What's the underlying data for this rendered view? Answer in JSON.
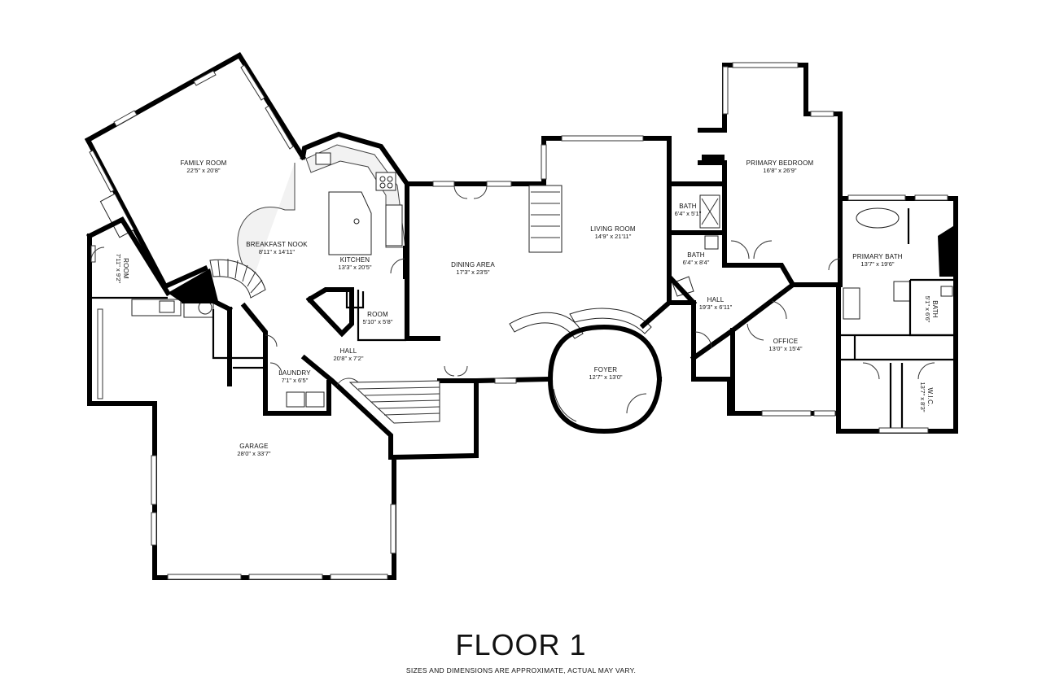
{
  "floor": {
    "title": "FLOOR 1",
    "disclaimer": "SIZES AND DIMENSIONS ARE APPROXIMATE, ACTUAL MAY VARY."
  },
  "rooms": {
    "family_room": {
      "name": "FAMILY ROOM",
      "dims": "22'5\" x 20'8\""
    },
    "breakfast_nook": {
      "name": "BREAKFAST NOOK",
      "dims": "8'11\" x 14'11\""
    },
    "kitchen": {
      "name": "KITCHEN",
      "dims": "13'3\" x 20'5\""
    },
    "room_small": {
      "name": "ROOM",
      "dims": "5'10\" x 5'8\""
    },
    "room_side": {
      "name": "ROOM",
      "dims": "7'11\" x 9'2\""
    },
    "dining_area": {
      "name": "DINING AREA",
      "dims": "17'3\" x 23'5\""
    },
    "living_room": {
      "name": "LIVING ROOM",
      "dims": "14'9\" x 21'11\""
    },
    "bath_upper": {
      "name": "BATH",
      "dims": "6'4\" x 5'1\""
    },
    "bath_lower": {
      "name": "BATH",
      "dims": "6'4\" x 8'4\""
    },
    "primary_bedroom": {
      "name": "PRIMARY BEDROOM",
      "dims": "16'8\" x 26'9\""
    },
    "primary_bath": {
      "name": "PRIMARY BATH",
      "dims": "13'7\" x 19'6\""
    },
    "bath_side": {
      "name": "BATH",
      "dims": "5'1\" x 6'6\""
    },
    "hall_east": {
      "name": "HALL",
      "dims": "19'3\" x 6'11\""
    },
    "office": {
      "name": "OFFICE",
      "dims": "13'0\" x 15'4\""
    },
    "wic": {
      "name": "W.I.C.",
      "dims": "13'7\" x 8'3\""
    },
    "foyer": {
      "name": "FOYER",
      "dims": "12'7\" x 13'0\""
    },
    "hall_west": {
      "name": "HALL",
      "dims": "20'8\" x 7'2\""
    },
    "laundry": {
      "name": "LAUNDRY",
      "dims": "7'1\" x 6'5\""
    },
    "garage": {
      "name": "GARAGE",
      "dims": "28'0\" x 33'7\""
    }
  }
}
